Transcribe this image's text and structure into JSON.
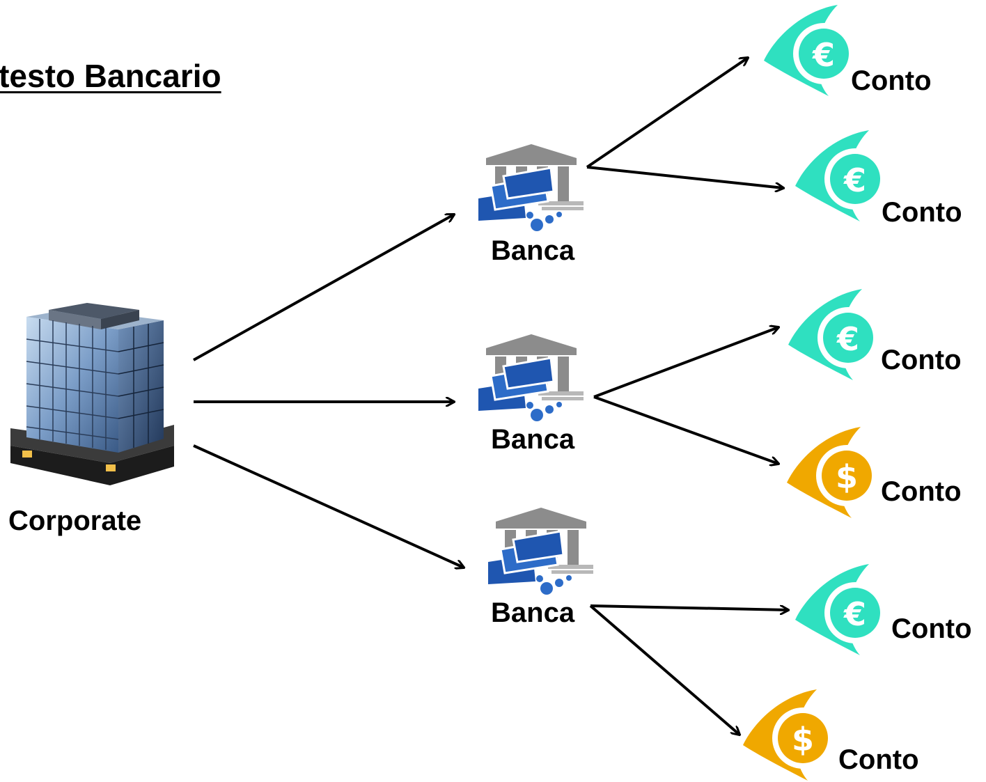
{
  "title": "ntesto Bancario",
  "corporate": {
    "label": "Corporate",
    "icon": "office-building-icon"
  },
  "banks": [
    {
      "label": "Banca",
      "icon": "bank-icon"
    },
    {
      "label": "Banca",
      "icon": "bank-icon"
    },
    {
      "label": "Banca",
      "icon": "bank-icon"
    }
  ],
  "accounts": [
    {
      "label": "Conto",
      "currency": "€",
      "icon": "euro-account-icon",
      "color": "#2fe0c0"
    },
    {
      "label": "Conto",
      "currency": "€",
      "icon": "euro-account-icon",
      "color": "#2fe0c0"
    },
    {
      "label": "Conto",
      "currency": "€",
      "icon": "euro-account-icon",
      "color": "#2fe0c0"
    },
    {
      "label": "Conto",
      "currency": "$",
      "icon": "dollar-account-icon",
      "color": "#f0a800"
    },
    {
      "label": "Conto",
      "currency": "€",
      "icon": "euro-account-icon",
      "color": "#2fe0c0"
    },
    {
      "label": "Conto",
      "currency": "$",
      "icon": "dollar-account-icon",
      "color": "#f0a800"
    }
  ],
  "colors": {
    "euro": "#2fe0c0",
    "dollar": "#f0a800",
    "bank_blue": "#1f56b0",
    "bank_gray": "#8c8c8c",
    "arrow": "#000000"
  }
}
